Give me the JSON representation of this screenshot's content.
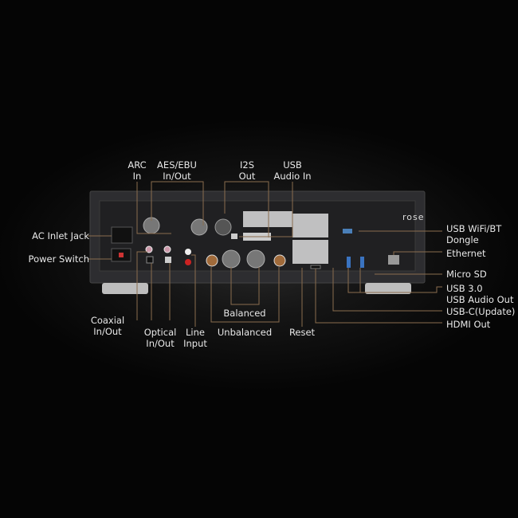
{
  "device": {
    "brand_logo": "rose"
  },
  "labels": {
    "arc_in": [
      "ARC",
      "In"
    ],
    "aes_ebu": [
      "AES/EBU",
      "In/Out"
    ],
    "i2s_out": [
      "I2S",
      "Out"
    ],
    "usb_audio_in": [
      "USB",
      "Audio In"
    ],
    "ac_inlet": "AC Inlet Jack",
    "power_switch": "Power Switch",
    "coaxial": [
      "Coaxial",
      "In/Out"
    ],
    "optical": [
      "Optical",
      "In/Out"
    ],
    "line_input": [
      "Line",
      "Input"
    ],
    "balanced": "Balanced",
    "unbalanced": "Unbalanced",
    "reset": "Reset",
    "usb_wifi": [
      "USB WiFi/BT",
      "Dongle"
    ],
    "ethernet": "Ethernet",
    "micro_sd": "Micro SD",
    "usb30": [
      "USB 3.0",
      "USB Audio Out"
    ],
    "usbc": "USB-C(Update)",
    "hdmi_out": "HDMI Out"
  },
  "colors": {
    "leader_line": "#8a6d4e",
    "chassis": "#2b2b2d",
    "panel": "#1f1f21"
  }
}
